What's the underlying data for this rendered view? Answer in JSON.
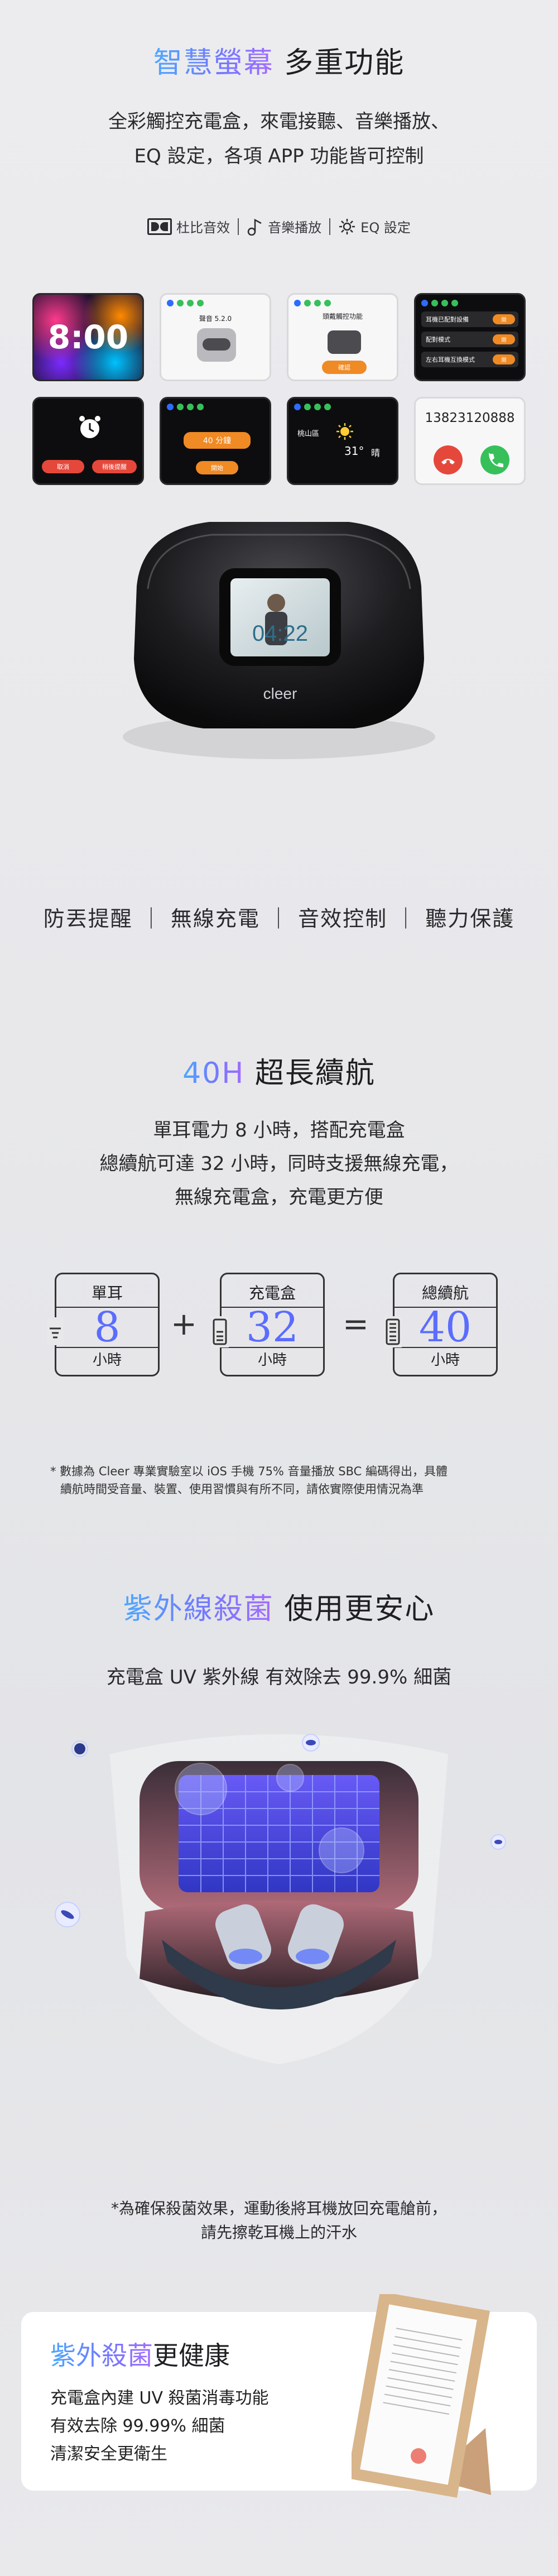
{
  "section1": {
    "title_accent": "智慧螢幕",
    "title_rest": " 多重功能",
    "subtitle_line1": "全彩觸控充電盒，來電接聽、音樂播放、",
    "subtitle_line2": "EQ 設定，各項 APP 功能皆可控制",
    "features": [
      "杜比音效",
      "音樂播放",
      "EQ 設定"
    ],
    "screens": {
      "clock": "8:00",
      "eq_title": "聲音 5.2.0",
      "anc_title": "頭戴觸控功能",
      "anc_button": "確認",
      "menu_items": [
        "耳機已配對設備",
        "配對模式",
        "左右耳機互換模式"
      ],
      "menu_btn": "開",
      "alarm_btn_left": "取消",
      "alarm_btn_right": "稍後提醒",
      "timer": "40 分鐘",
      "timer_btn": "開始",
      "weather_city": "桃山區",
      "weather_temp": "31°",
      "weather_cond": "晴",
      "phone_number": "13823120888"
    },
    "device_time": "04:22",
    "device_brand": "cleer",
    "tags": "防丟提醒 ｜ 無線充電 ｜ 音效控制 ｜ 聽力保護"
  },
  "section2": {
    "title_accent": "40H",
    "title_rest": " 超長續航",
    "line1": "單耳電力 8 小時，搭配充電盒",
    "line2": "總續航可達 32 小時，同時支援無線充電，",
    "line3": "無線充電盒，充電更方便",
    "boxes": [
      {
        "label": "單耳",
        "value": "8",
        "unit": "小時"
      },
      {
        "label": "充電盒",
        "value": "32",
        "unit": "小時"
      },
      {
        "label": "總續航",
        "value": "40",
        "unit": "小時"
      }
    ],
    "plus": "+",
    "equals": "=",
    "note_line1": "* 數據為 Cleer 專業實驗室以 iOS 手機 75% 音量播放 SBC 編碼得出，具體",
    "note_line2": "續航時間受音量、裝置、使用習慣與有所不同，請依實際使用情況為準"
  },
  "section3": {
    "title_accent": "紫外線殺菌",
    "title_rest": " 使用更安心",
    "subtitle": "充電盒 UV 紫外線 有效除去 99.9% 細菌",
    "note_line1": "*為確保殺菌效果，運動後將耳機放回充電艙前，",
    "note_line2": "請先擦乾耳機上的汗水",
    "card_title_accent": "紫外殺菌",
    "card_title_rest": "更健康",
    "card_line1": "充電盒內建 UV 殺菌消毒功能",
    "card_line2": "有效去除 99.99% 細菌",
    "card_line3": "清潔安全更衛生"
  },
  "colors": {
    "accent_blue": "#4ea8ff",
    "accent_violet": "#8d6bff",
    "orange": "#f08a24"
  }
}
